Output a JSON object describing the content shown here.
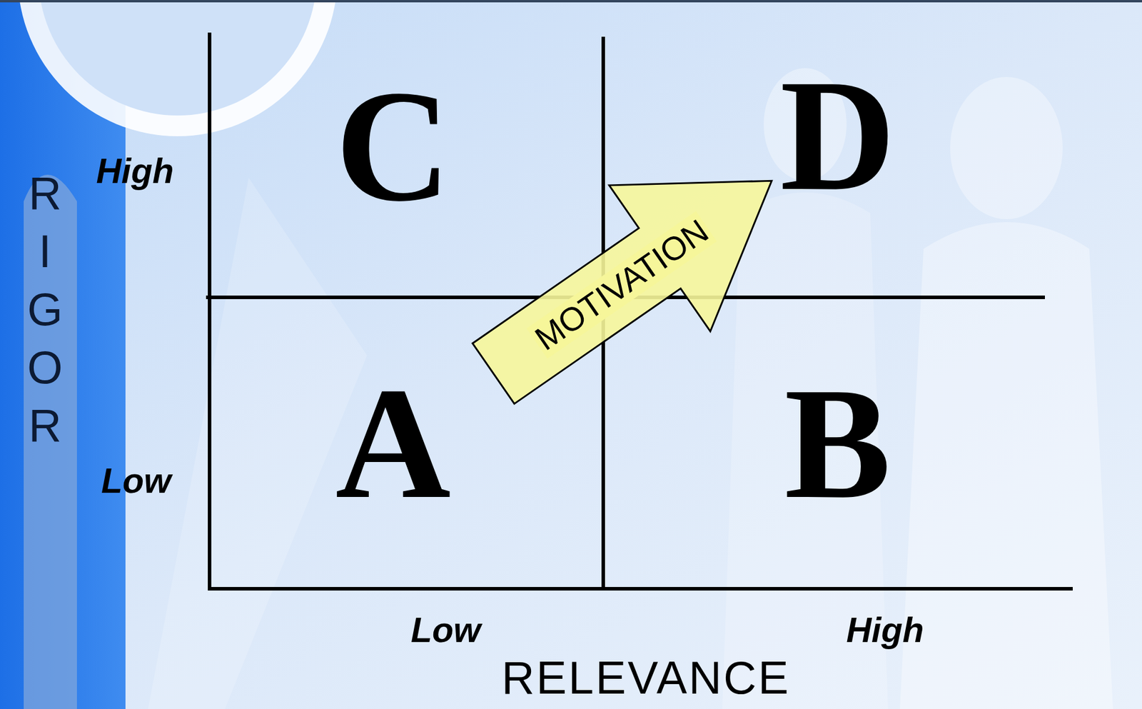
{
  "diagram": {
    "nodes": [
      {
        "text": [
          "C"
        ]
      },
      {
        "text": [
          "D"
        ]
      },
      {
        "text": [
          "A"
        ]
      },
      {
        "text": [
          "B"
        ]
      }
    ],
    "edges": [
      {
        "from": 2,
        "to": 1,
        "arrow": "to",
        "label": "MOTIVATION"
      }
    ],
    "labels": [
      "RIGOR",
      "High",
      "Low",
      "Low",
      "High",
      "RELEVANCE"
    ]
  }
}
